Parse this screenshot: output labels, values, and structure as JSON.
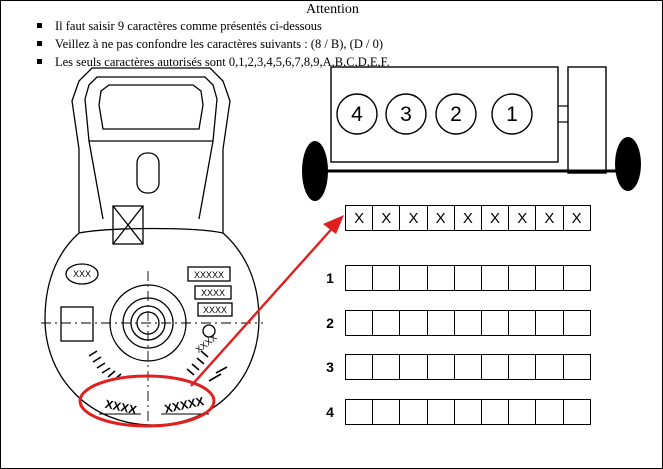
{
  "header": {
    "title": "Attention",
    "instructions": [
      "Il faut saisir 9 caractères comme présentés ci-dessous",
      "Veillez à ne pas confondre les caractères suivants : (8 / B), (D / 0)",
      "Les seuls caractères autorisés sont 0,1,2,3,4,5,6,7,8,9,A,B,C,D,E,F."
    ]
  },
  "engine": {
    "cylinders": [
      "4",
      "3",
      "2",
      "1"
    ]
  },
  "injector": {
    "code_left": "XXXX",
    "code_right": "XXXXX",
    "label_xxx": "XXX",
    "label_xxxxx": "XXXXX",
    "label_xxxx_a": "XXXX",
    "label_xxxx_b": "XXXX",
    "label_xxxx_c": "XXXX"
  },
  "example_code": [
    "X",
    "X",
    "X",
    "X",
    "X",
    "X",
    "X",
    "X",
    "X"
  ],
  "rows": [
    {
      "label": "1",
      "values": [
        "",
        "",
        "",
        "",
        "",
        "",
        "",
        "",
        ""
      ]
    },
    {
      "label": "2",
      "values": [
        "",
        "",
        "",
        "",
        "",
        "",
        "",
        "",
        ""
      ]
    },
    {
      "label": "3",
      "values": [
        "",
        "",
        "",
        "",
        "",
        "",
        "",
        "",
        ""
      ]
    },
    {
      "label": "4",
      "values": [
        "",
        "",
        "",
        "",
        "",
        "",
        "",
        "",
        ""
      ]
    }
  ],
  "colors": {
    "highlight": "#e0201f",
    "line": "#000000"
  }
}
